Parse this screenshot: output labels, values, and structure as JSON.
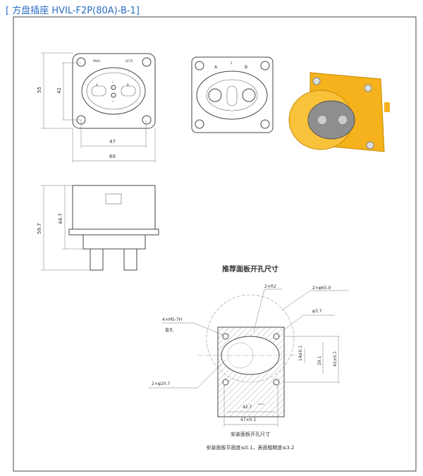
{
  "title": "[ 方盘插座 HVIL-F2P(80A)-B-1]",
  "front_view": {
    "dim_height": "55",
    "dim_inner_height": "42",
    "dim_hole_width": "47",
    "dim_width": "60",
    "label_left": "PA66",
    "label_right": "GF25",
    "pin_a": "A",
    "pin_b": "B",
    "pin_1": "1",
    "pin_2": "2"
  },
  "back_view": {
    "pin_a": "A",
    "pin_b": "B",
    "mark": "2"
  },
  "side_view": {
    "dim_total": "59.7",
    "dim_body": "44.7"
  },
  "panel": {
    "heading": "推荐面板开孔尺寸",
    "r2": "2×R2",
    "phi659": "2×φ65.9",
    "phi37": "φ3.7",
    "m5": "4×M5-7H",
    "blind": "盲孔",
    "d14": "14±0.1",
    "d291": "29.1",
    "d42": "42±0.1",
    "phi207": "2×φ20.7",
    "d427": "42.7",
    "d47": "47±0.1",
    "tol": "+0.1 0",
    "caption": "安装面板开孔尺寸",
    "note": "安装面板平面度≤0.1，表面粗糙度≤3.2"
  },
  "colors": {
    "title": "#2b6cc4",
    "connector": "#f5b21c"
  }
}
